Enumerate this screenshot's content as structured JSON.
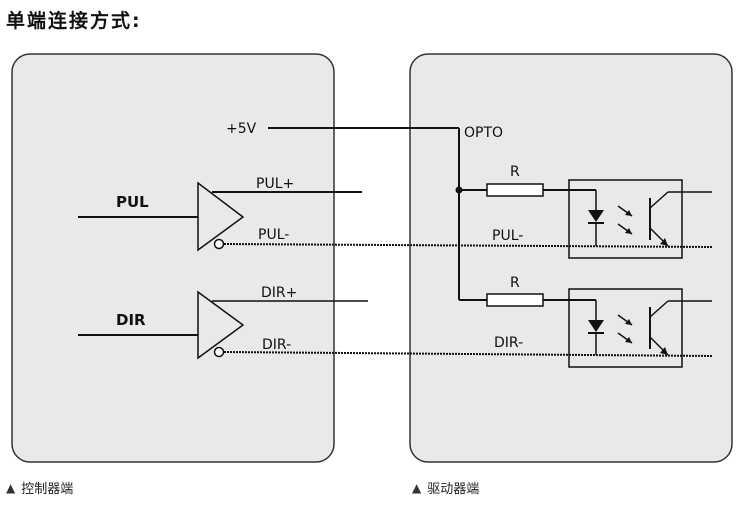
{
  "title": "单端连接方式:",
  "controller": {
    "caption": "控制器端",
    "supply_label": "+5V",
    "pul_input": "PUL",
    "pul_plus": "PUL+",
    "pul_minus": "PUL-",
    "dir_input": "DIR",
    "dir_plus": "DIR+",
    "dir_minus": "DIR-"
  },
  "driver": {
    "caption": "驱动器端",
    "opto_label": "OPTO",
    "resistor_top": "R",
    "resistor_bottom": "R",
    "pul_minus": "PUL-",
    "dir_minus": "DIR-"
  },
  "colors": {
    "panel_fill": "#e9e9e9",
    "panel_stroke": "#333333",
    "wire": "#111111"
  }
}
